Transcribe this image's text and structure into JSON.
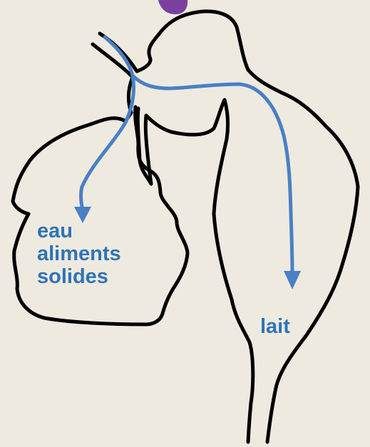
{
  "labels": {
    "left_stomach_contents": [
      "eau",
      "aliments",
      "solides"
    ],
    "right_path_contents": "lait"
  },
  "colors": {
    "background": "#eeeae0",
    "outline": "#000000",
    "arrow": "#4a80c4",
    "label_text": "#2f74b5",
    "top_mark": "#7b3fa0"
  }
}
